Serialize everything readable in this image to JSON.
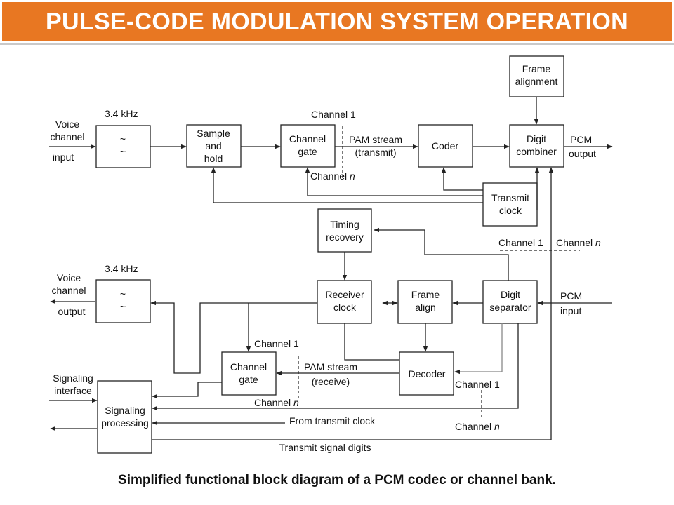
{
  "title": "PULSE-CODE MODULATION SYSTEM OPERATION",
  "caption": "Simplified functional block diagram of a PCM codec or channel bank.",
  "colors": {
    "title_bar": "#e87722",
    "title_text": "#ffffff"
  },
  "blocks": {
    "filter_tx": {
      "lines": [
        "~",
        "~"
      ]
    },
    "sample_hold": {
      "lines": [
        "Sample",
        "and",
        "hold"
      ]
    },
    "channel_gate_tx": {
      "lines": [
        "Channel",
        "gate"
      ]
    },
    "coder": {
      "lines": [
        "Coder"
      ]
    },
    "digit_combiner": {
      "lines": [
        "Digit",
        "combiner"
      ]
    },
    "frame_alignment": {
      "lines": [
        "Frame",
        "alignment"
      ]
    },
    "transmit_clock": {
      "lines": [
        "Transmit",
        "clock"
      ]
    },
    "timing_recovery": {
      "lines": [
        "Timing",
        "recovery"
      ]
    },
    "receiver_clock": {
      "lines": [
        "Receiver",
        "clock"
      ]
    },
    "frame_align": {
      "lines": [
        "Frame",
        "align"
      ]
    },
    "digit_separator": {
      "lines": [
        "Digit",
        "separator"
      ]
    },
    "filter_rx": {
      "lines": [
        "~",
        "~"
      ]
    },
    "channel_gate_rx": {
      "lines": [
        "Channel",
        "gate"
      ]
    },
    "decoder": {
      "lines": [
        "Decoder"
      ]
    },
    "signaling_processing": {
      "lines": [
        "Signaling",
        "processing"
      ]
    }
  },
  "labels": {
    "voice_in": [
      "Voice",
      "channel",
      "input"
    ],
    "khz_tx": "3.4 kHz",
    "channel1_tx": "Channel 1",
    "channeln_tx": "Channel",
    "pam_tx": [
      "PAM stream",
      "(transmit)"
    ],
    "pcm_out": [
      "PCM",
      "output"
    ],
    "channel1_sep": "Channel 1",
    "channeln_sep": "Channel",
    "voice_out": [
      "Voice",
      "channel",
      "output"
    ],
    "khz_rx": "3.4 kHz",
    "pcm_in": [
      "PCM",
      "input"
    ],
    "channel1_rx": "Channel 1",
    "channeln_rx": "Channel",
    "pam_rx": [
      "PAM stream",
      "(receive)"
    ],
    "channel1_dec": "Channel 1",
    "channeln_dec": "Channel",
    "signaling_interface": [
      "Signaling",
      "interface"
    ],
    "from_transmit_clock": "From transmit clock",
    "transmit_signal_digits": "Transmit signal digits",
    "n": "n"
  }
}
